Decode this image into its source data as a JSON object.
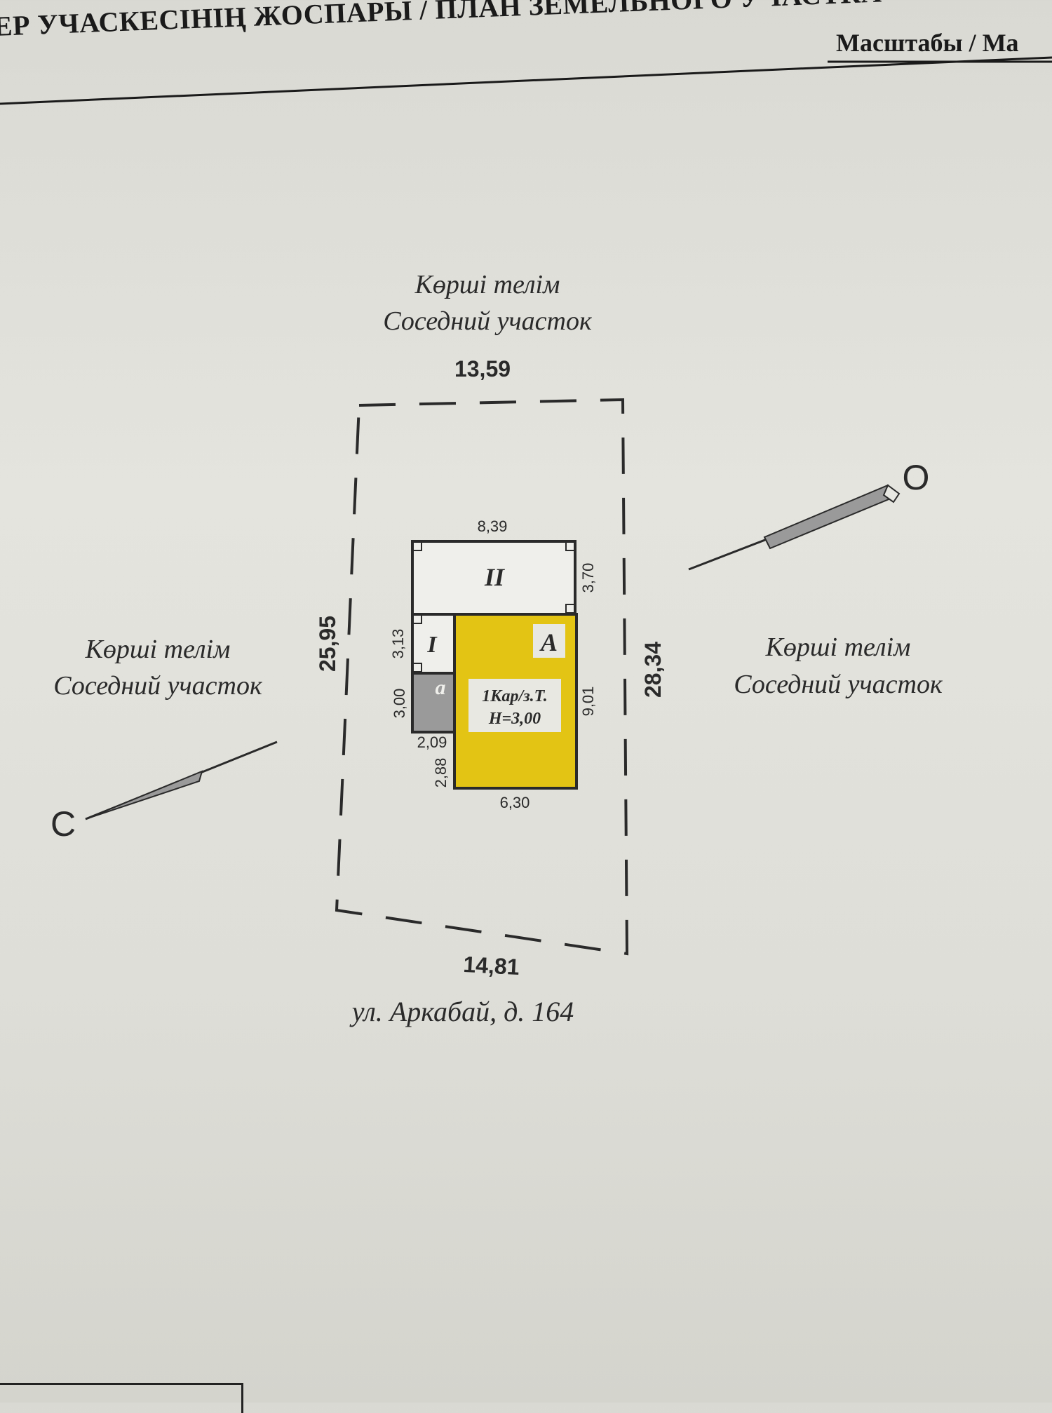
{
  "header": {
    "title": "ЕР УЧАСКЕСІНІҢ ЖОСПАРЫ / ПЛАН ЗЕМЕЛЬНОГО УЧАСТКА",
    "scale_label": "Масштабы / Ма"
  },
  "neighbors": {
    "top": {
      "kz": "Көрші телім",
      "ru": "Соседний участок"
    },
    "left": {
      "kz": "Көрші телім",
      "ru": "Соседний участок"
    },
    "right": {
      "kz": "Көрші телім",
      "ru": "Соседний участок"
    }
  },
  "plot_dimensions": {
    "top": "13,59",
    "left": "25,95",
    "right": "28,34",
    "bottom": "14,81"
  },
  "building_dimensions": {
    "ii_width": "8,39",
    "ii_height": "3,70",
    "i_height": "3,13",
    "a_small_height": "3,00",
    "a_small_width": "2,09",
    "lower_offset": "2,88",
    "a_height": "9,01",
    "a_width": "6,30"
  },
  "building_labels": {
    "ii": "II",
    "i": "I",
    "a_small": "а",
    "a": "А",
    "a_line1": "1Кар/з.Т.",
    "a_line2": "Н=3,00"
  },
  "compass": {
    "north": "С",
    "east": "О"
  },
  "address": "ул. Аркабай, д. 164",
  "colors": {
    "main_building": "#e3c414",
    "annex": "#9a9a9a",
    "line": "#2a2a2a"
  }
}
